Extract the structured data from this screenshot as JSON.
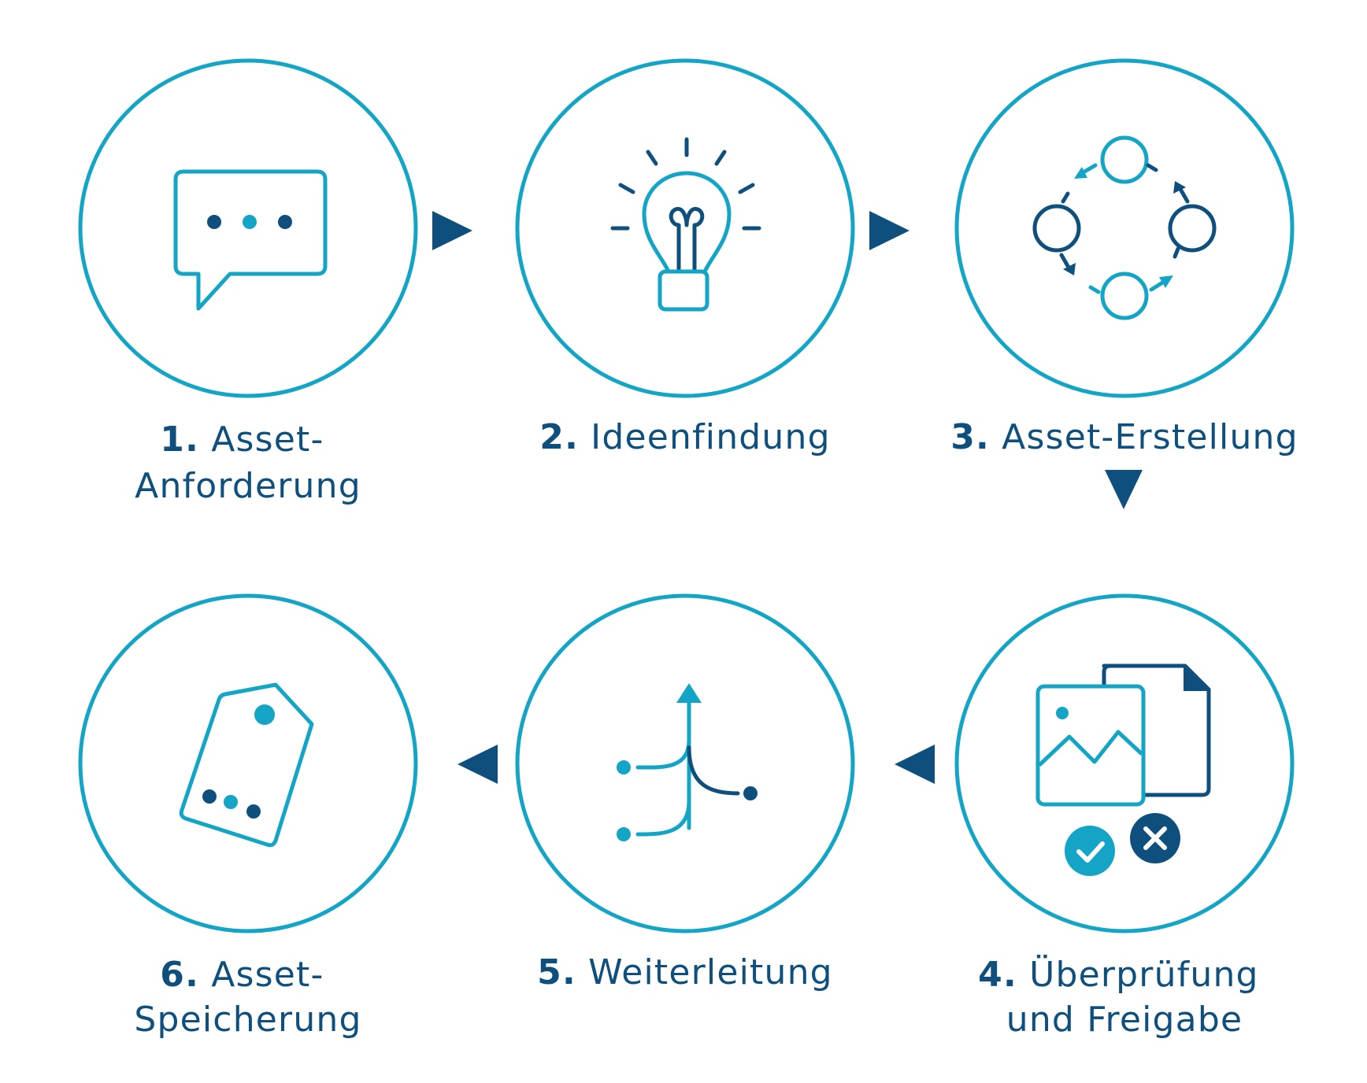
{
  "colors": {
    "accent_light": "#14a5c6",
    "accent_dark": "#0e4f7e",
    "background": "#ffffff"
  },
  "steps": [
    {
      "number": "1.",
      "label_lines": [
        "Asset-",
        "Anforderung"
      ],
      "icon": "speech-bubble-icon"
    },
    {
      "number": "2.",
      "label_lines": [
        "Ideenfindung"
      ],
      "icon": "lightbulb-icon"
    },
    {
      "number": "3.",
      "label_lines": [
        "Asset-Erstellung"
      ],
      "icon": "cycle-icon"
    },
    {
      "number": "4.",
      "label_lines": [
        "Überprüfung",
        "und Freigabe"
      ],
      "icon": "review-approve-icon"
    },
    {
      "number": "5.",
      "label_lines": [
        "Weiterleitung"
      ],
      "icon": "branch-arrow-icon"
    },
    {
      "number": "6.",
      "label_lines": [
        "Asset-",
        "Speicherung"
      ],
      "icon": "tag-icon"
    }
  ],
  "connectors": [
    {
      "from": "1.",
      "to": "2.",
      "direction": "right"
    },
    {
      "from": "2.",
      "to": "3.",
      "direction": "right"
    },
    {
      "from": "3.",
      "to": "4.",
      "direction": "down"
    },
    {
      "from": "4.",
      "to": "5.",
      "direction": "left"
    },
    {
      "from": "5.",
      "to": "6.",
      "direction": "left"
    }
  ]
}
